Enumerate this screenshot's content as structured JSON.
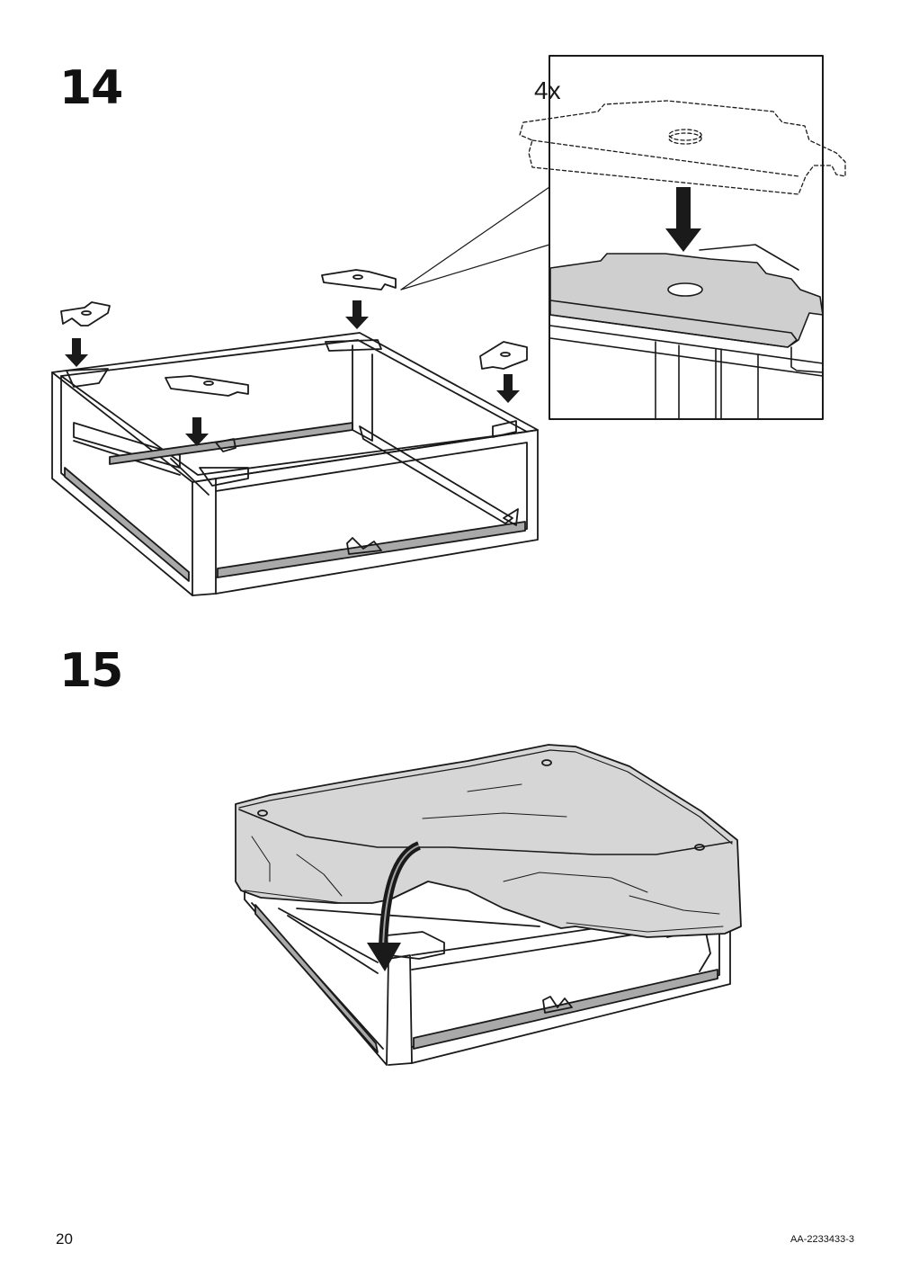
{
  "steps": [
    {
      "number": "14",
      "quantity": "4x"
    },
    {
      "number": "15"
    }
  ],
  "footer": {
    "page_number": "20",
    "document_code": "AA-2233433-3"
  },
  "colors": {
    "line": "#1a1a1a",
    "fabric": "#d6d6d6",
    "panel": "#cfcfcf",
    "rail": "#a9a9a9",
    "arrow": "#1a1a1a"
  },
  "icons": [
    "down-arrow-icon",
    "curved-arrow-icon"
  ]
}
